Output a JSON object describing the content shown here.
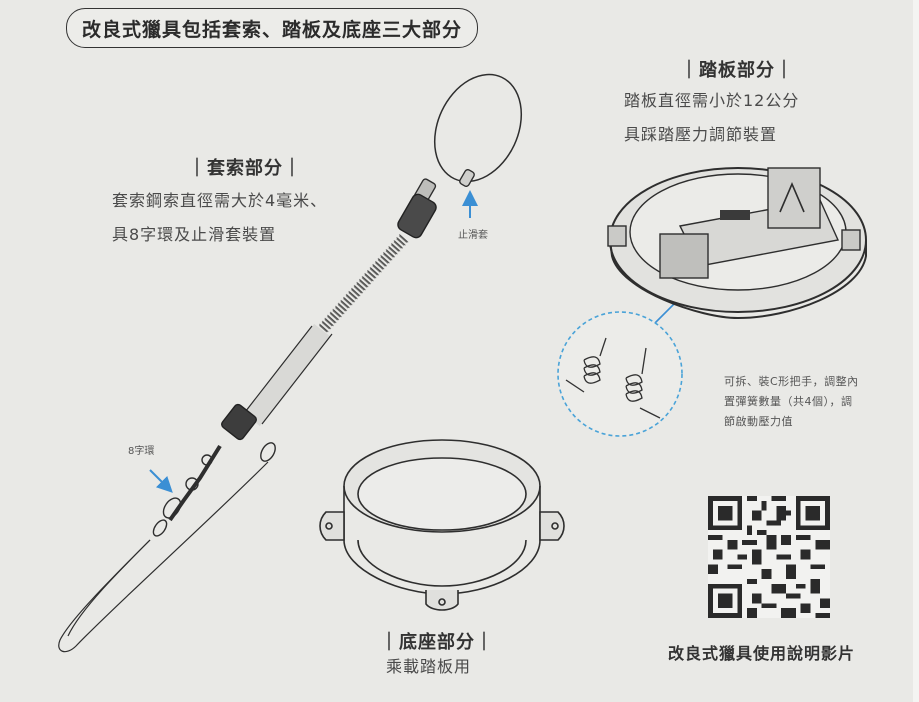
{
  "title": "改良式獵具包括套索、踏板及底座三大部分",
  "pedal": {
    "heading": "｜踏板部分｜",
    "line1": "踏板直徑需小於12公分",
    "line2": "具踩踏壓力調節裝置",
    "note_line1": "可拆、裝C形把手，調整內",
    "note_line2": "置彈簧數量（共4個），調",
    "note_line3": "節啟動壓力值"
  },
  "snare": {
    "heading": "｜套索部分｜",
    "line1": "套索鋼索直徑需大於4毫米、",
    "line2": "具8字環及止滑套裝置",
    "stopper_label": "止滑套",
    "ring_label": "8字環"
  },
  "base": {
    "heading": "｜底座部分｜",
    "line1": "乘載踏板用"
  },
  "qr_caption": "改良式獵具使用說明影片",
  "colors": {
    "background": "#e9e9e6",
    "arrow": "#3b8fd4",
    "dashed_circle": "#4aa3d8",
    "line_art": "#2e2e2e"
  }
}
